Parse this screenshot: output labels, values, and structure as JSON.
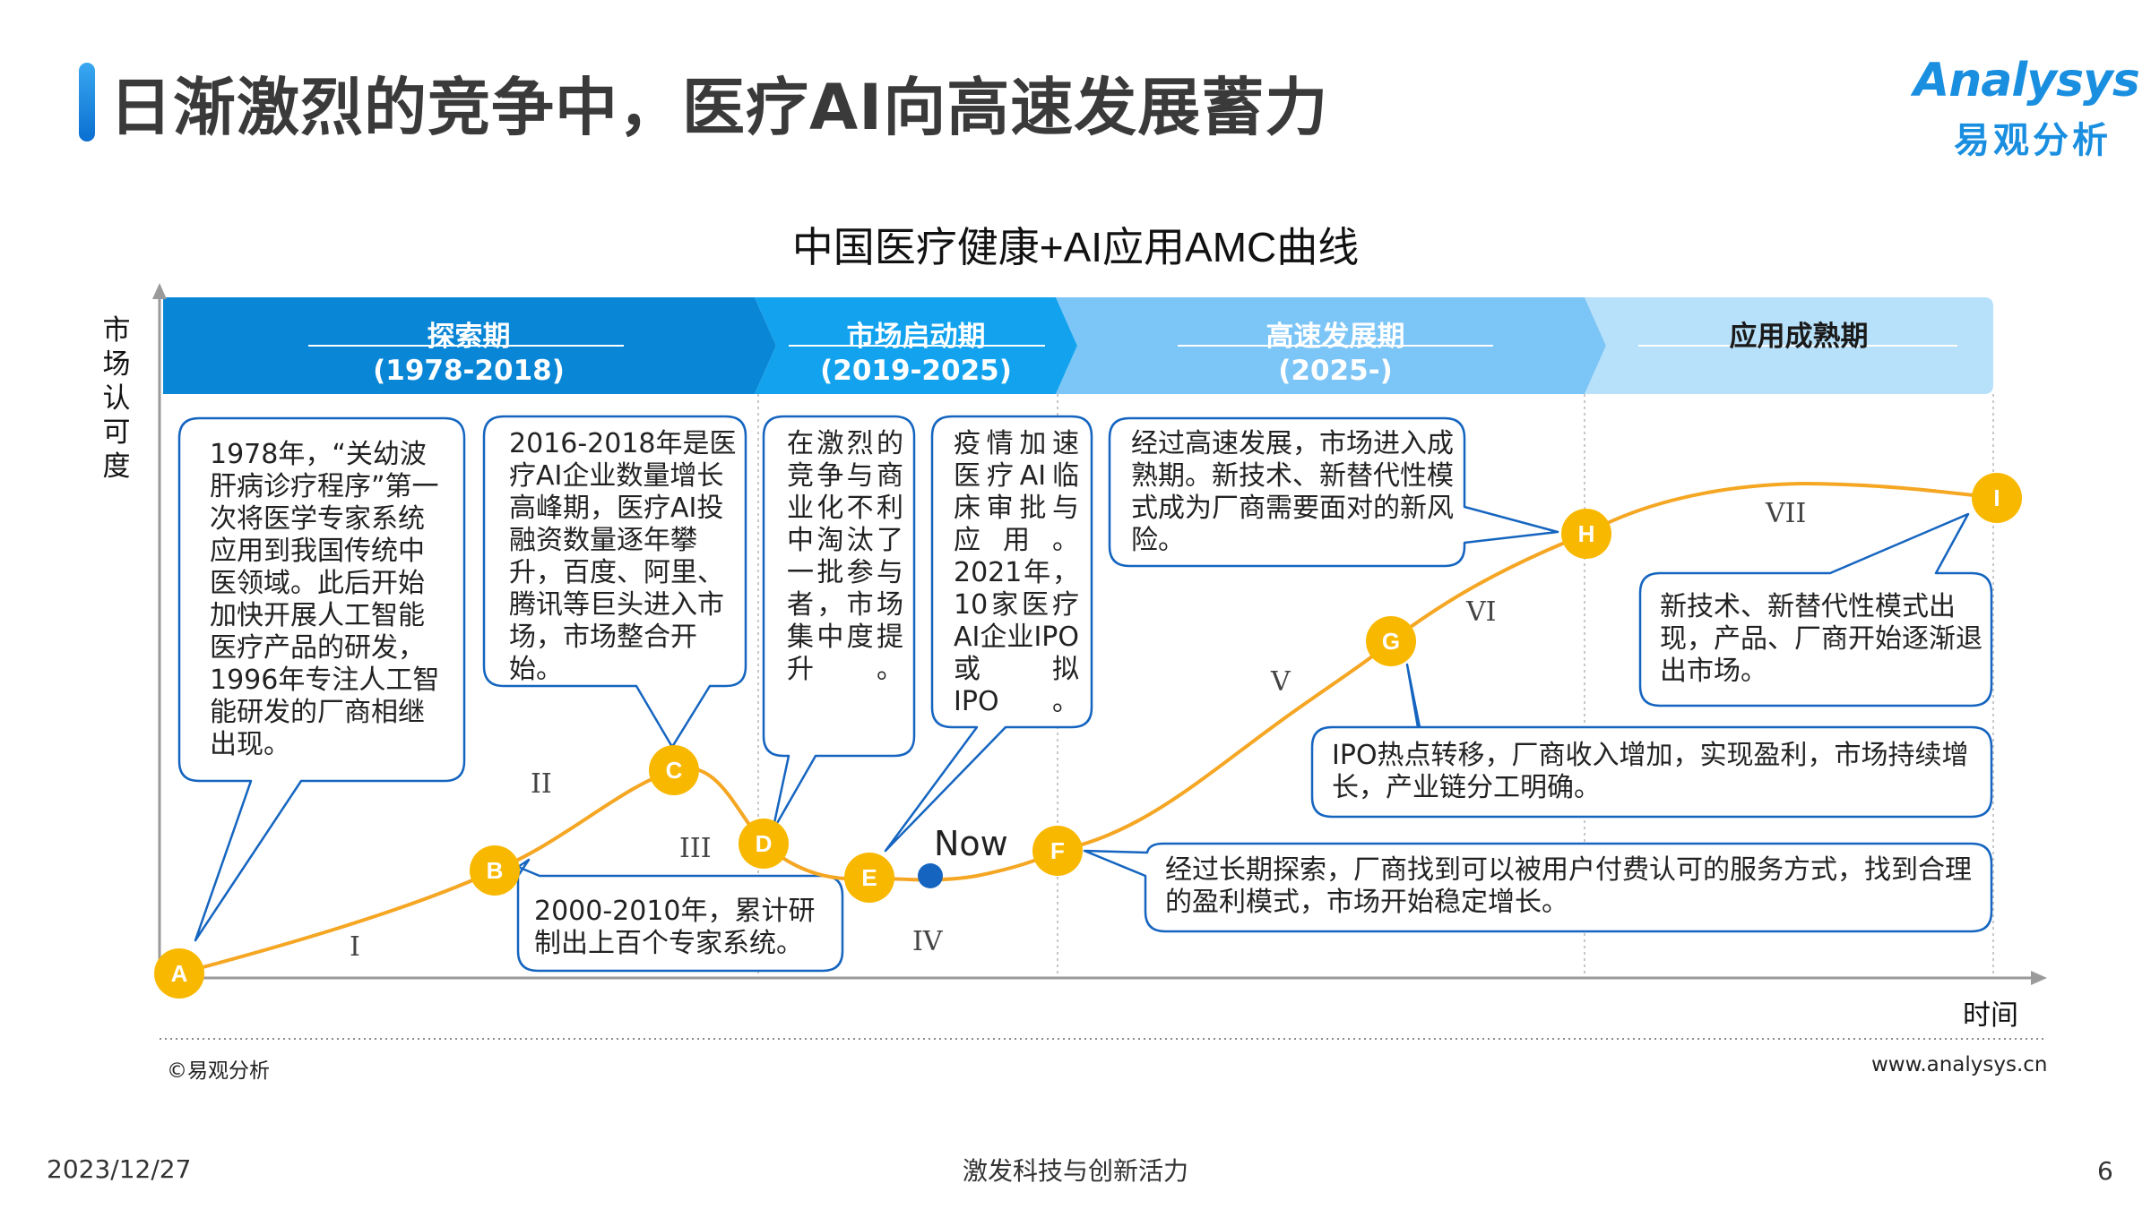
{
  "page_title": "日渐激烈的竞争中，医疗AI向高速发展蓄力",
  "logo": {
    "en": "Analysys",
    "cn": "易观分析"
  },
  "chart_title": "中国医疗健康+AI应用AMC曲线",
  "axis": {
    "y_label": "市场认可度",
    "x_label": "时间"
  },
  "stages": [
    {
      "name": "探索期",
      "years": "(1978-2018)",
      "color": "#0a86d6"
    },
    {
      "name": "市场启动期",
      "years": "(2019-2025)",
      "color": "#13a3ee"
    },
    {
      "name": "高速发展期",
      "years": "(2025-)",
      "color": "#7cc5f7"
    },
    {
      "name": "应用成熟期",
      "years": "",
      "color": "#b7e0fa"
    }
  ],
  "points": [
    "A",
    "B",
    "C",
    "D",
    "E",
    "F",
    "G",
    "H",
    "I"
  ],
  "phases": [
    "I",
    "II",
    "III",
    "IV",
    "V",
    "VI",
    "VII"
  ],
  "now_label": "Now",
  "callouts": {
    "a": "1978年，“关幼波肝病诊疗程序”第一次将医学专家系统应用到我国传统中医领域。此后开始加快开展人工智能医疗产品的研发，1996年专注人工智能研发的厂商相继出现。",
    "b": "2000-2010年，累计研制出上百个专家系统。",
    "c": "2016-2018年是医疗AI企业数量增长高峰期，医疗AI投融资数量逐年攀升，百度、阿里、腾讯等巨头进入市场，市场整合开始。",
    "d": "在激烈的竞争与商业化不利中淘汰了一批参与者，市场集中度提升。",
    "e": "疫情加速医疗AI临床审批与应用。2021年，10家医疗AI企业IPO或拟IPO。",
    "f": "经过长期探索，厂商找到可以被用户付费认可的服务方式，找到合理的盈利模式，市场开始稳定增长。",
    "g": "IPO热点转移，厂商收入增加，实现盈利，市场持续增长，产业链分工明确。",
    "h": "经过高速发展，市场进入成熟期。新技术、新替代性模式成为厂商需要面对的新风险。",
    "i": "新技术、新替代性模式出现，产品、厂商开始逐渐退出市场。"
  },
  "footer": {
    "copyright": "©易观分析",
    "website": "www.analysys.cn",
    "date": "2023/12/27",
    "slogan": "激发科技与创新活力",
    "page": "6"
  },
  "colors": {
    "curve": "#f5a623",
    "node": "#f9b800",
    "box_border": "#1565c0",
    "now_dot": "#1565c0"
  }
}
